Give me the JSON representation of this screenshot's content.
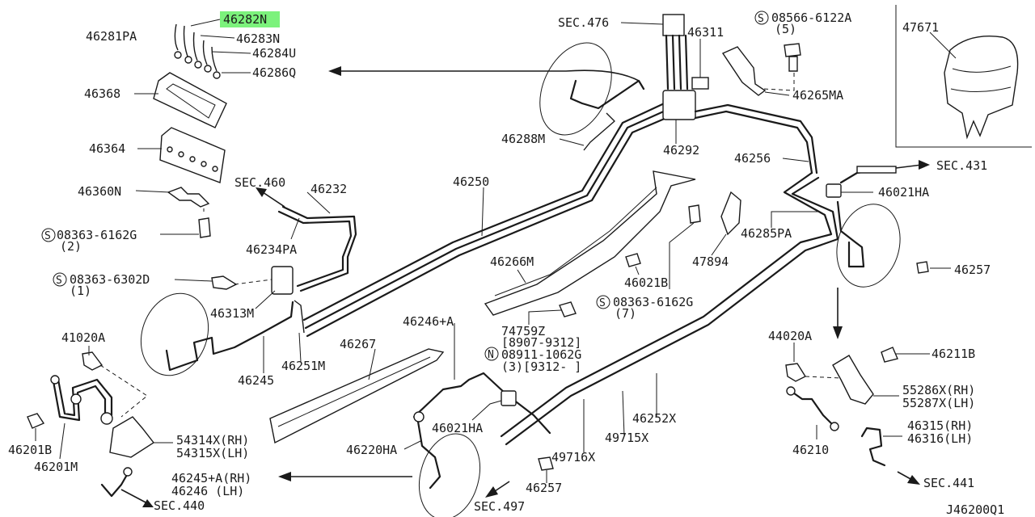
{
  "diagram_code": "J46200Q1",
  "highlight_color": "#7cf27c",
  "labels": {
    "p46282N": "46282N",
    "p46281PA": "46281PA",
    "p46283N": "46283N",
    "p46284U": "46284U",
    "p46286Q": "46286Q",
    "p46368": "46368",
    "p46364": "46364",
    "p46360N": "46360N",
    "s08363_6162G_a": "08363-6162G",
    "q2": "(2)",
    "sec460": "SEC.460",
    "p46232": "46232",
    "p46234PA": "46234PA",
    "s08363_6302D": "08363-6302D",
    "q1": "(1)",
    "p46313M": "46313M",
    "p41020A": "41020A",
    "p46245": "46245",
    "p46251M": "46251M",
    "p46201B": "46201B",
    "p46201M": "46201M",
    "p54314X": "54314X(RH)",
    "p54315X": "54315X(LH)",
    "p46245A_RH": "46245+A(RH)",
    "p46246_LH": "46246  (LH)",
    "sec440": "SEC.440",
    "sec476": "SEC.476",
    "p46311": "46311",
    "p46288M": "46288M",
    "p46292": "46292",
    "p46250": "46250",
    "s08566_6122A": "08566-6122A",
    "q5": "(5)",
    "p46265MA": "46265MA",
    "p47671": "47671",
    "p46256": "46256",
    "sec431": "SEC.431",
    "p46021HA_r": "46021HA",
    "p46285PA": "46285PA",
    "p47894": "47894",
    "p46257_r": "46257",
    "p46266M": "46266M",
    "p46021B": "46021B",
    "s08363_6162G_b": "08363-6162G",
    "q7": "(7)",
    "p74759Z": "74759Z",
    "r8907": "[8907-9312]",
    "n08911": "08911-1062G",
    "q3r": "(3)[9312-   ]",
    "p46246A": "46246+A",
    "p46267": "46267",
    "p46021HA_b": "46021HA",
    "p46220HA": "46220HA",
    "p46257_b": "46257",
    "sec497": "SEC.497",
    "p46252X": "46252X",
    "p49715X": "49715X",
    "p49716X": "49716X",
    "p44020A": "44020A",
    "p46211B": "46211B",
    "p55286X": "55286X(RH)",
    "p55287X": "55287X(LH)",
    "p46315": "46315(RH)",
    "p46316": "46316(LH)",
    "p46210": "46210",
    "sec441": "SEC.441"
  },
  "symbols": {
    "s_mark": "S",
    "n_mark": "N"
  }
}
